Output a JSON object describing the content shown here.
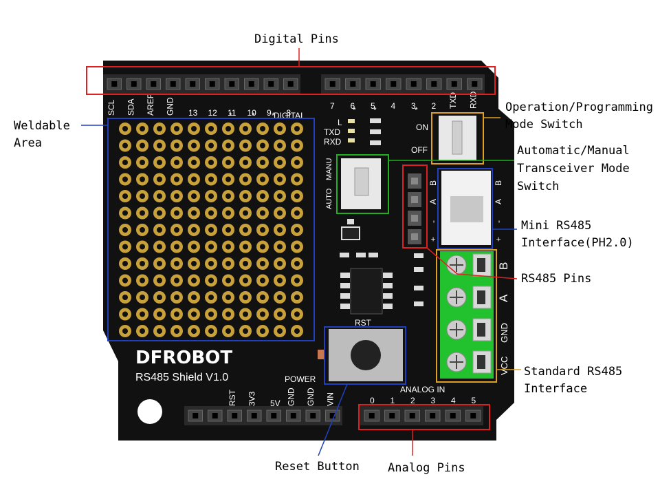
{
  "callouts": {
    "digital_pins": "Digital Pins",
    "weldable_area": [
      "Weldable",
      "Area"
    ],
    "mode_switch": [
      "Operation/Programming",
      "Mode Switch"
    ],
    "transceiver_switch": [
      "Automatic/Manual",
      "Transceiver Mode",
      "Switch"
    ],
    "mini_interface": [
      "Mini RS485",
      "Interface(PH2.0)"
    ],
    "rs485_pins": "RS485 Pins",
    "standard_interface": [
      "Standard RS485",
      "Interface"
    ],
    "reset_button": "Reset Button",
    "analog_pins": "Analog Pins"
  },
  "board": {
    "brand": "DFROBOT",
    "model": "RS485 Shield V1.0",
    "digital_left_labels": [
      "SCL",
      "SDA",
      "AREF",
      "GND",
      "13",
      "12",
      "11",
      "10",
      "9",
      "8"
    ],
    "digital_right_labels": [
      "7",
      "6",
      "5",
      "4",
      "3",
      "2",
      "TXD",
      "RXD"
    ],
    "digital_header": "DIGITAL",
    "pwm_mark": "*",
    "led_labels": [
      "L",
      "TXD",
      "RXD"
    ],
    "switch_on": "ON",
    "switch_off": "OFF",
    "manu_label": "MANU",
    "auto_label": "AUTO",
    "pin_labels": [
      "B",
      "A",
      "-",
      "+"
    ],
    "terminal_labels": [
      "B",
      "A",
      "GND",
      "VCC"
    ],
    "rst_label": "RST",
    "power_header": "POWER",
    "power_labels": [
      "RST",
      "3V3",
      "5V",
      "GND",
      "GND",
      "VIN"
    ],
    "analog_header": "ANALOG IN",
    "analog_labels": [
      "0",
      "1",
      "2",
      "3",
      "4",
      "5"
    ]
  },
  "colors": {
    "board": "#111111",
    "pad": "#c9a13a",
    "terminal": "#22c22e",
    "red_box": "#e02020",
    "blue_box": "#2040c0",
    "green_box": "#20b020",
    "orange_box": "#e0a020"
  }
}
